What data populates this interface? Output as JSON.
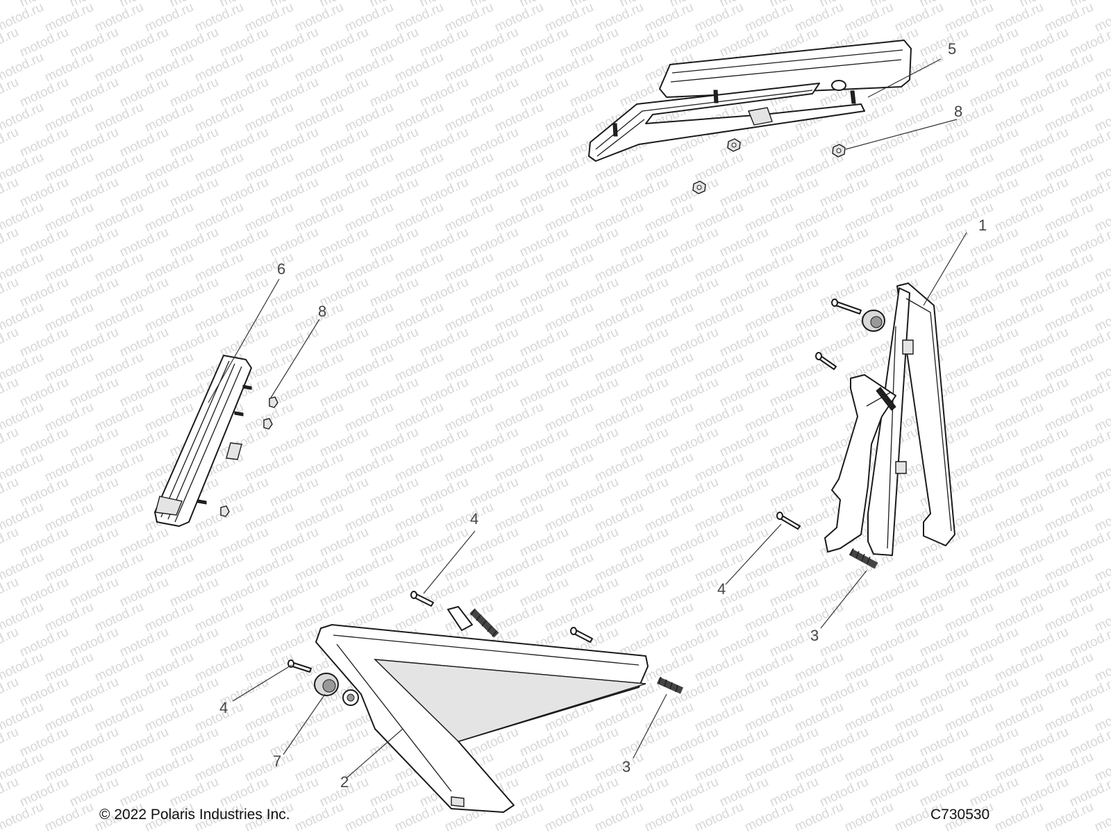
{
  "watermark": "motod.ru",
  "callouts": {
    "c1": "1",
    "c2": "2",
    "c3a": "3",
    "c3b": "3",
    "c4a": "4",
    "c4b": "4",
    "c4c": "4",
    "c5": "5",
    "c6": "6",
    "c7": "7",
    "c8a": "8",
    "c8b": "8"
  },
  "footer": {
    "copyright": "© 2022 Polaris Industries Inc.",
    "figure_id": "C730530"
  }
}
